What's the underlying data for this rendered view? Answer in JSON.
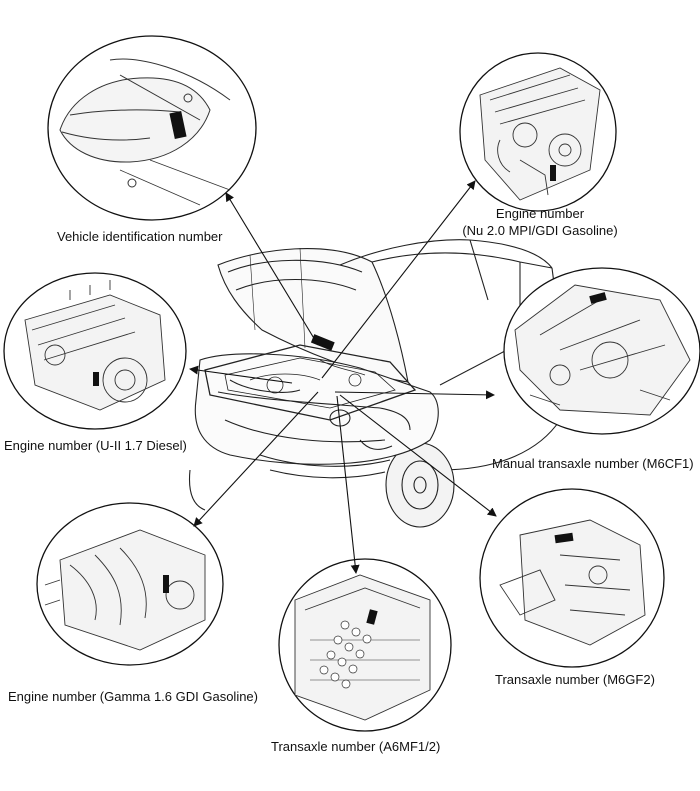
{
  "labels": {
    "vin": "Vehicle identification number",
    "engine_nu_line1": "Engine number",
    "engine_nu_line2": "(Nu 2.0 MPI/GDI Gasoline)",
    "engine_uii": "Engine number (U-II 1.7 Diesel)",
    "manual_m6cf1": "Manual transaxle number (M6CF1)",
    "engine_gamma": "Engine number (Gamma 1.6 GDI Gasoline)",
    "transaxle_m6gf2": "Transaxle number (M6GF2)",
    "transaxle_a6mf": "Transaxle number (A6MF1/2)"
  }
}
